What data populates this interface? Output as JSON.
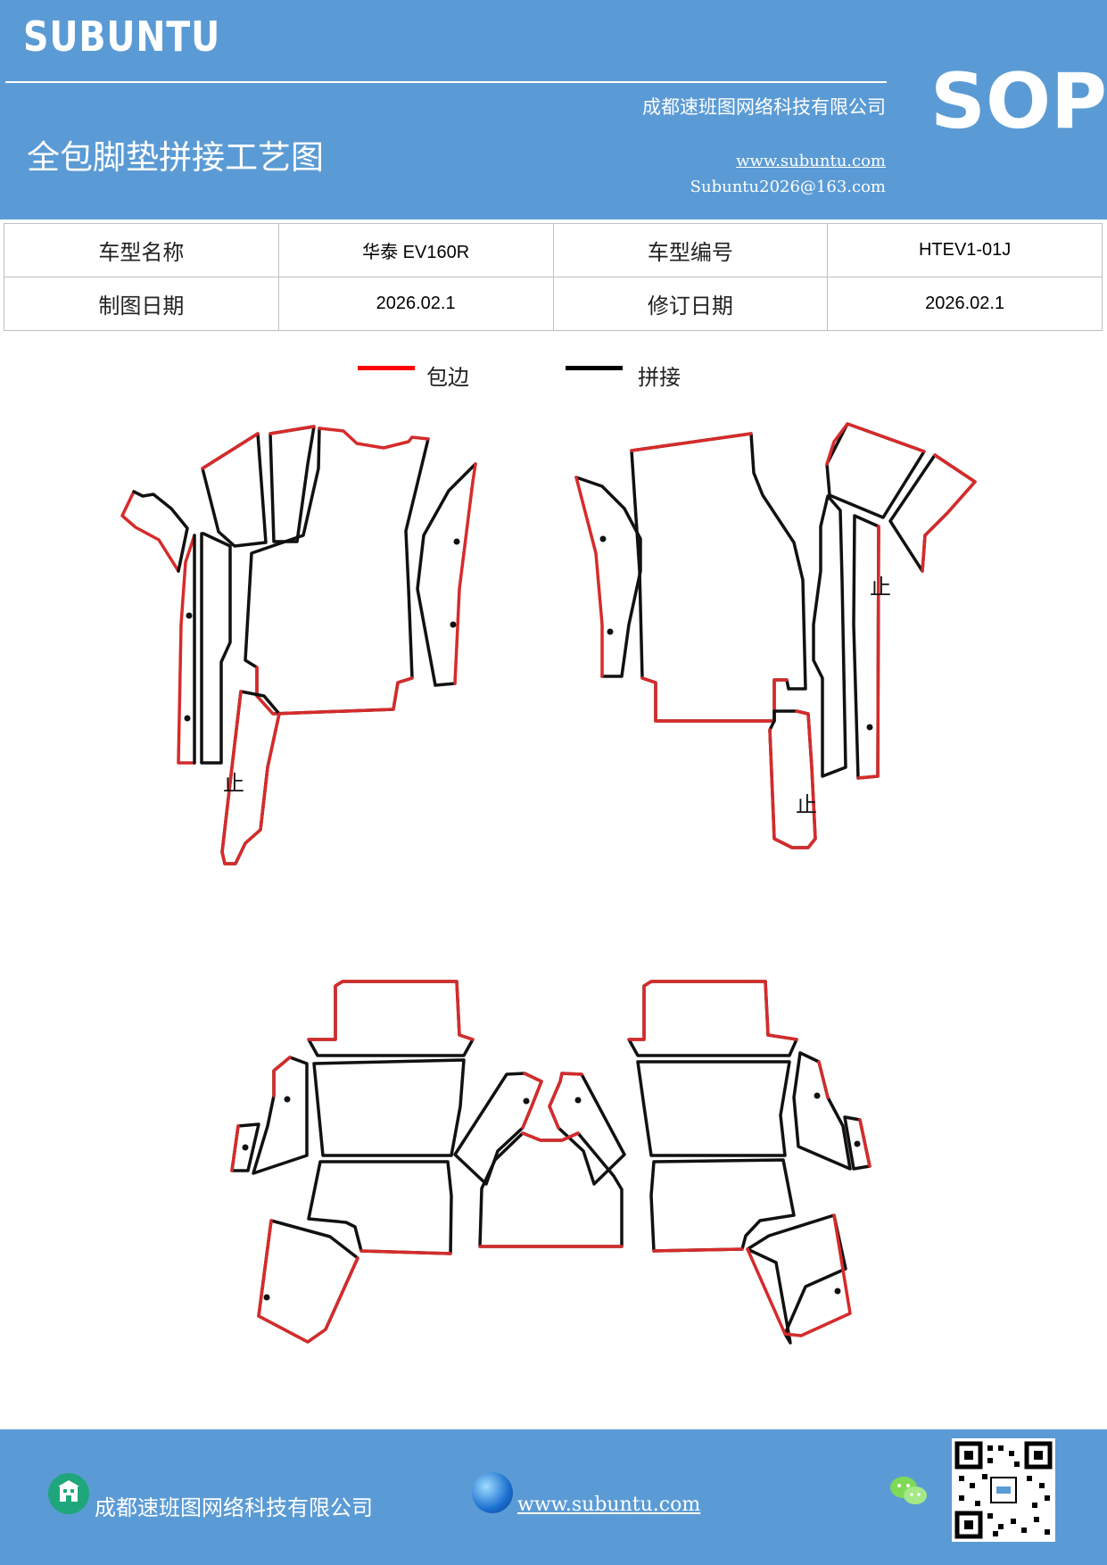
{
  "header": {
    "brand": "SUBUNTU",
    "company": "成都速班图网络科技有限公司",
    "title": "全包脚垫拼接工艺图",
    "website": "www.subuntu.com",
    "email": "Subuntu2026@163.com",
    "badge": "SOP"
  },
  "info_table": {
    "model_name_label": "车型名称",
    "model_name_value": "华泰 EV160R",
    "model_code_label": "车型编号",
    "model_code_value": "HTEV1-01J",
    "draw_date_label": "制图日期",
    "draw_date_value": "2026.02.1",
    "revise_date_label": "修订日期",
    "revise_date_value": "2026.02.1"
  },
  "legend": {
    "edge_label": "包边",
    "edge_color": "#ff0000",
    "seam_label": "拼接",
    "seam_color": "#000000"
  },
  "diagram": {
    "stop_mark": "止"
  },
  "footer": {
    "company": "成都速班图网络科技有限公司",
    "website": "www.subuntu.com",
    "icons": [
      "building-icon",
      "globe-icon",
      "wechat-icon",
      "qr-code"
    ]
  }
}
